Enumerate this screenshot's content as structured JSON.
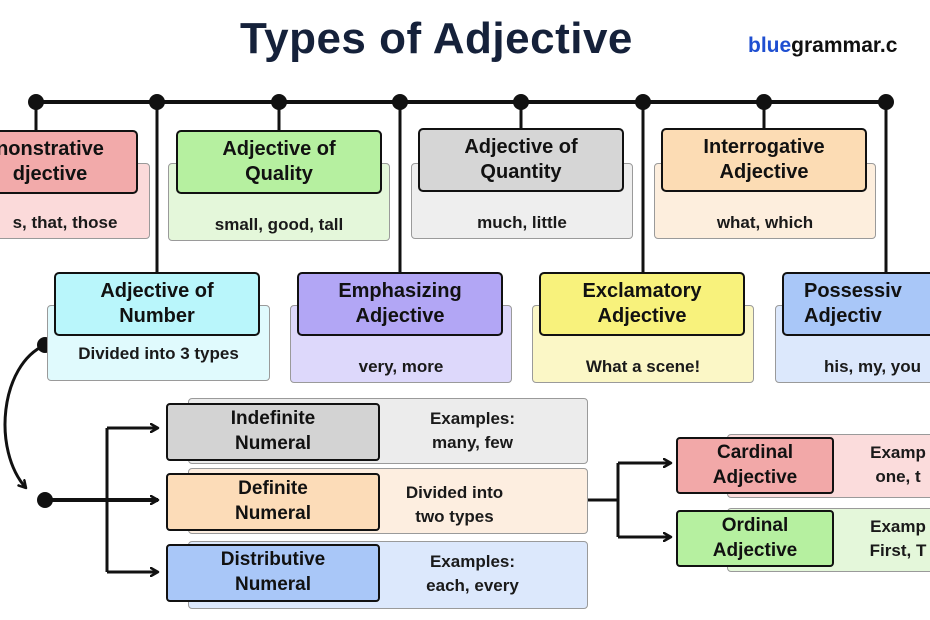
{
  "title": "Types of Adjective",
  "brand": {
    "part1": "blue",
    "part2": "grammar.c"
  },
  "types": [
    {
      "id": "demonstrative",
      "head_l1": "nonstrative",
      "head_l2": "djective",
      "examples": "s, that, those",
      "head_color": "#f2aaaa",
      "card_color": "#fbdada"
    },
    {
      "id": "quality",
      "head_l1": "Adjective of",
      "head_l2": "Quality",
      "examples": "small, good, tall",
      "head_color": "#b6f0a0",
      "card_color": "#e4f7da"
    },
    {
      "id": "quantity",
      "head_l1": "Adjective of",
      "head_l2": "Quantity",
      "examples": "much, little",
      "head_color": "#d6d6d6",
      "card_color": "#eeeeee"
    },
    {
      "id": "interrogative",
      "head_l1": "Interrogative",
      "head_l2": "Adjective",
      "examples": "what, which",
      "head_color": "#fcdcb4",
      "card_color": "#fdeedd"
    },
    {
      "id": "number",
      "head_l1": "Adjective of",
      "head_l2": "Number",
      "examples": "Divided into 3 types",
      "head_color": "#b9f6fb",
      "card_color": "#e0fafd"
    },
    {
      "id": "emphasizing",
      "head_l1": "Emphasizing",
      "head_l2": "Adjective",
      "examples": "very, more",
      "head_color": "#b2a6f5",
      "card_color": "#ddd8fb"
    },
    {
      "id": "exclamatory",
      "head_l1": "Exclamatory",
      "head_l2": "Adjective",
      "examples": "What a scene!",
      "head_color": "#f8f27c",
      "card_color": "#fbf7c6"
    },
    {
      "id": "possessive",
      "head_l1": "Possessiv",
      "head_l2": "Adjectiv",
      "examples": "his, my, you",
      "head_color": "#a9c7f8",
      "card_color": "#dce8fc"
    }
  ],
  "numerals": [
    {
      "id": "indefinite",
      "head_l1": "Indefinite",
      "head_l2": "Numeral",
      "text_l1": "Examples:",
      "text_l2": "many,  few",
      "head_color": "#d3d3d3",
      "card_color": "#ececec"
    },
    {
      "id": "definite",
      "head_l1": "Definite",
      "head_l2": "Numeral",
      "text_l1": "Divided into",
      "text_l2": "two types",
      "head_color": "#fcdcb8",
      "card_color": "#fdeee0"
    },
    {
      "id": "distributive",
      "head_l1": "Distributive",
      "head_l2": "Numeral",
      "text_l1": "Examples:",
      "text_l2": "each,  every",
      "head_color": "#a9c7f8",
      "card_color": "#dce8fc"
    }
  ],
  "definite_types": [
    {
      "id": "cardinal",
      "head_l1": "Cardinal",
      "head_l2": "Adjective",
      "text_l1": "Examp",
      "text_l2": "one,  t",
      "head_color": "#f2a8a8",
      "card_color": "#fbdcdc"
    },
    {
      "id": "ordinal",
      "head_l1": "Ordinal",
      "head_l2": "Adjective",
      "text_l1": "Examp",
      "text_l2": "First,  T",
      "head_color": "#b6f0a0",
      "card_color": "#e4f7da"
    }
  ]
}
